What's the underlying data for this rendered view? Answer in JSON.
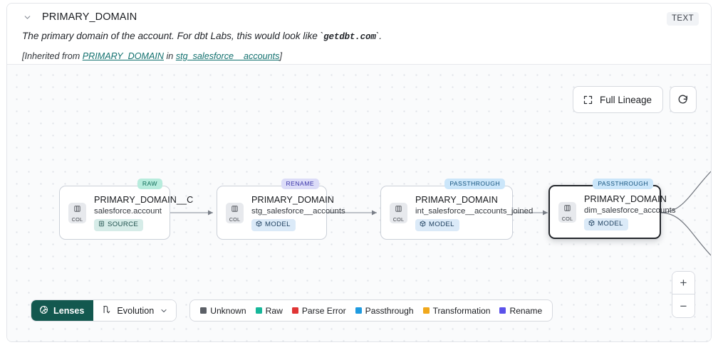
{
  "header": {
    "chevron_icon": "chevron-down-icon",
    "title": "PRIMARY_DOMAIN",
    "type_badge": "TEXT",
    "description_prefix": "The primary domain of the account. For dbt Labs, this would look like `",
    "description_code": "getdbt.com",
    "description_suffix": "`.",
    "inherited_prefix": "[Inherited from ",
    "inherited_link_1": "PRIMARY_DOMAIN",
    "inherited_mid": " in ",
    "inherited_link_2": "stg_salesforce__accounts",
    "inherited_suffix": "]"
  },
  "canvas_controls": {
    "full_lineage_label": "Full Lineage",
    "full_lineage_icon": "expand-icon",
    "refresh_icon": "refresh-icon",
    "zoom_in_label": "+",
    "zoom_out_label": "−"
  },
  "graph": {
    "nodes": [
      {
        "tag": "RAW",
        "tag_class": "tag-raw",
        "col_label": "COL",
        "name": "PRIMARY_DOMAIN__C",
        "subtitle": "salesforce.account",
        "badge": "SOURCE",
        "badge_class": "badge-source",
        "badge_icon": "database-icon",
        "selected": false
      },
      {
        "tag": "RENAME",
        "tag_class": "tag-ren",
        "col_label": "COL",
        "name": "PRIMARY_DOMAIN",
        "subtitle": "stg_salesforce__accounts",
        "badge": "MODEL",
        "badge_class": "badge-model",
        "badge_icon": "cube-icon",
        "selected": false
      },
      {
        "tag": "PASSTHROUGH",
        "tag_class": "tag-pass",
        "col_label": "COL",
        "name": "PRIMARY_DOMAIN",
        "subtitle": "int_salesforce__accounts_joined",
        "badge": "MODEL",
        "badge_class": "badge-model",
        "badge_icon": "cube-icon",
        "selected": false
      },
      {
        "tag": "PASSTHROUGH",
        "tag_class": "tag-pass",
        "col_label": "COL",
        "name": "PRIMARY_DOMAIN",
        "subtitle": "dim_salesforce_accounts",
        "badge": "MODEL",
        "badge_class": "badge-model",
        "badge_icon": "cube-icon",
        "selected": true
      }
    ]
  },
  "toolbar": {
    "lenses_label": "Lenses",
    "lenses_icon": "aperture-icon",
    "evolution_label": "Evolution",
    "evolution_icon": "evolution-icon",
    "evolution_chevron_icon": "chevron-down-icon",
    "legend": [
      {
        "label": "Unknown",
        "color": "#5c6067"
      },
      {
        "label": "Raw",
        "color": "#16b79a"
      },
      {
        "label": "Parse Error",
        "color": "#e03535"
      },
      {
        "label": "Passthrough",
        "color": "#1f9be0"
      },
      {
        "label": "Transformation",
        "color": "#f0a81c"
      },
      {
        "label": "Rename",
        "color": "#5b52ea"
      }
    ]
  }
}
